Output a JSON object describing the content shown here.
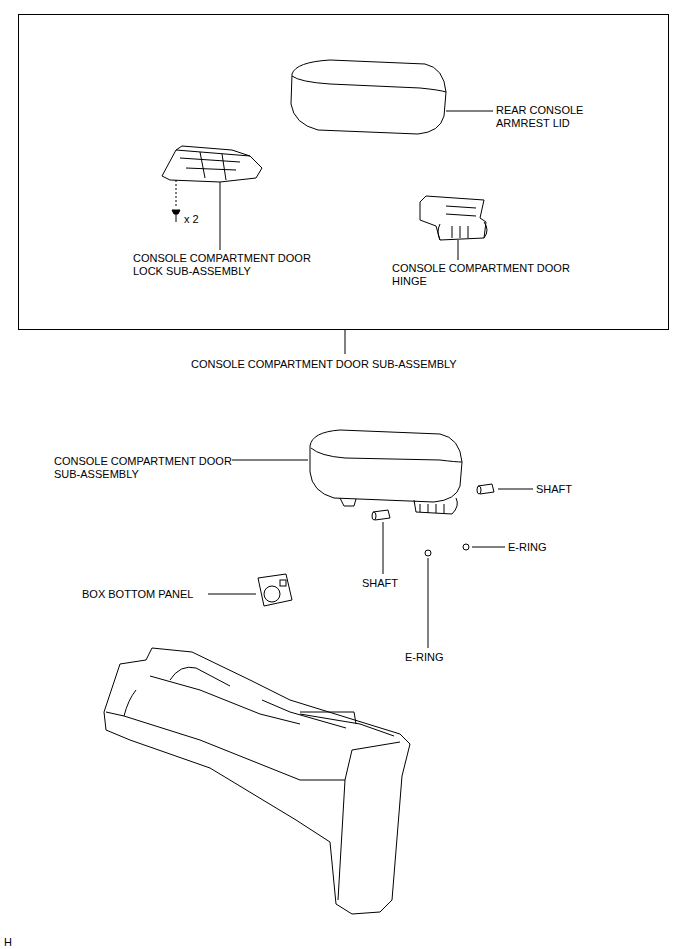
{
  "diagram": {
    "nodes": [
      {
        "text": [
          "CONSOLE COMPARTMENT DOOR SUB-ASSEMBLY"
        ]
      }
    ],
    "labels": [
      "REAR CONSOLE ARMREST LID",
      "x 2",
      "CONSOLE COMPARTMENT DOOR LOCK SUB-ASSEMBLY",
      "CONSOLE COMPARTMENT DOOR HINGE",
      "CONSOLE COMPARTMENT DOOR SUB-ASSEMBLY",
      "SHAFT",
      "SHAFT",
      "E-RING",
      "E-RING",
      "BOX BOTTOM PANEL",
      "H"
    ]
  }
}
